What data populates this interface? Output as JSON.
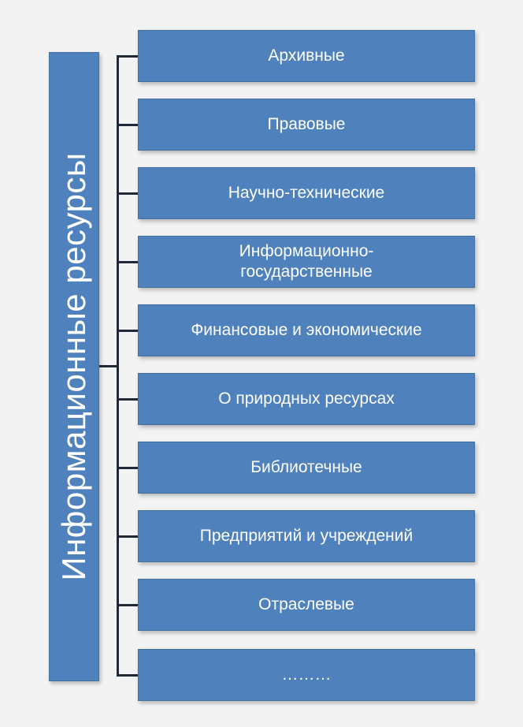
{
  "diagram": {
    "root": {
      "label": "Информационные ресурсы"
    },
    "categories": [
      {
        "label": "Архивные"
      },
      {
        "label": "Правовые"
      },
      {
        "label": "Научно-технические"
      },
      {
        "label": "Информационно-государственные"
      },
      {
        "label": "Финансовые и экономические"
      },
      {
        "label": "О природных ресурсах"
      },
      {
        "label": "Библиотечные"
      },
      {
        "label": "Предприятий и учреждений"
      },
      {
        "label": "Отраслевые"
      },
      {
        "label": "………"
      }
    ],
    "colors": {
      "box_fill": "#4f81bd",
      "box_border": "#41719c",
      "text": "#ffffff",
      "connector": "#1f2a36",
      "background": "#f3f3f3"
    }
  }
}
